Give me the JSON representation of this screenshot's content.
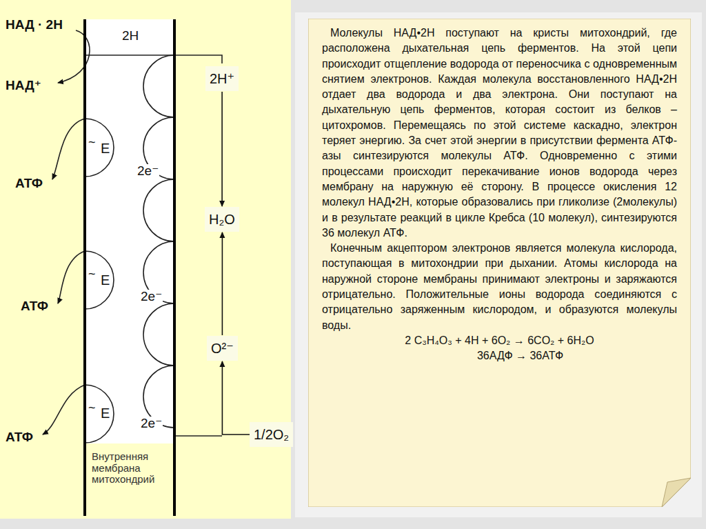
{
  "diagram": {
    "nodes": [
      {
        "text": [
          "2Н⁺"
        ]
      },
      {
        "text": [
          "Н₂О"
        ]
      },
      {
        "text": [
          "О²⁻"
        ]
      },
      {
        "text": [
          "1/2О₂"
        ]
      },
      {
        "text": [
          "Молекулы НАД•2Н поступают на кристы митохондрий, где расположена дыхательная цепь ферментов. На этой цепи происходит отщепление водорода от переносчика с одновременным снятием электронов. Каждая молекула восстановленного НАД•2Н отдает два водорода и два электрона. Они поступают на дыхательную цепь ферментов, которая состоит из белков – цитохромов. Перемещаясь по этой системе каскадно, электрон теряет энергию. За счет этой энергии в присутствии фермента АТФ-азы синтезируются молекулы АТФ. Одновременно с этими процессами происходит перекачивание ионов водорода через мембрану на наружную её сторону. В процессе окисления 12 молекул НАД•2Н, которые образовались при гликолизе (2молекулы) и в результате реакций в цикле Кребса (10 молекул), синтезируются 36 молекул АТФ.",
          "Конечным акцептором электронов является молекула кислорода, поступающая в митохондрии при дыхании. Атомы кислорода на наружной стороне мембраны принимают электроны и заряжаются отрицательно. Положительные ионы водорода соединяются с отрицательно заряженным кислородом, и образуются молекулы воды.",
          "2 C₃H₄O₃ + 4H + 6O₂ → 6CO₂ + 6H₂O",
          "36АДФ → 36АТФ"
        ]
      }
    ],
    "edges": [
      {
        "from": 0,
        "to": 1,
        "arrow": "to"
      },
      {
        "from": 2,
        "to": 1,
        "arrow": "to"
      },
      {
        "from": 3,
        "to": 2,
        "arrow": "to"
      }
    ],
    "labels": [
      "НАД · 2Н",
      "2Н",
      "НАД⁺",
      "~",
      "Е",
      "2е⁻",
      "АТФ",
      "~",
      "Е",
      "2е⁻",
      "АТФ",
      "~",
      "Е",
      "2е⁻",
      "АТФ",
      "Внутренняя мембрана митохондрий"
    ]
  }
}
